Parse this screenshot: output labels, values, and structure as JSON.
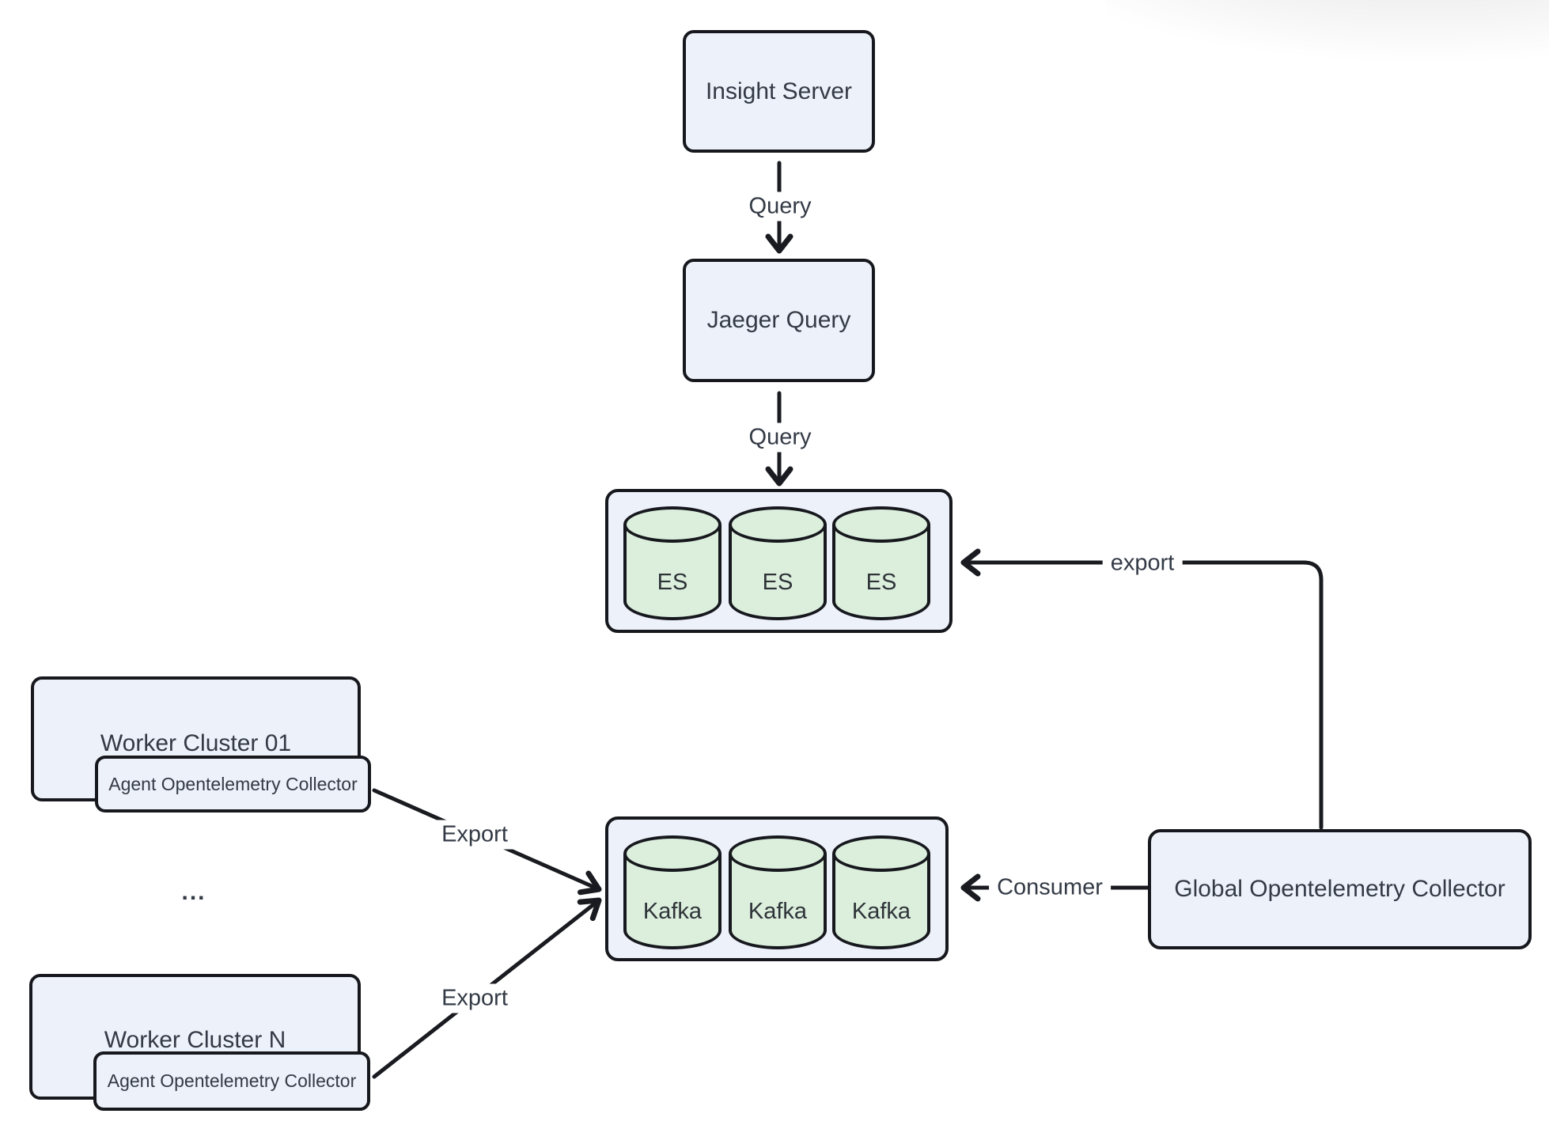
{
  "diagram": {
    "nodes": {
      "insight_server": {
        "label": "Insight Server"
      },
      "jaeger_query": {
        "label": "Jaeger Query"
      },
      "es_cluster": {
        "cylinders": [
          "ES",
          "ES",
          "ES"
        ]
      },
      "kafka_cluster": {
        "cylinders": [
          "Kafka",
          "Kafka",
          "Kafka"
        ]
      },
      "global_collector": {
        "label": "Global Opentelemetry Collector"
      },
      "worker_cluster_01": {
        "label": "Worker Cluster 01",
        "agent": "Agent Opentelemetry Collector"
      },
      "worker_cluster_n": {
        "label": "Worker Cluster N",
        "agent": "Agent Opentelemetry Collector"
      },
      "ellipsis": "..."
    },
    "edge_labels": {
      "query_insight_jaeger": "Query",
      "query_jaeger_es": "Query",
      "export_global_es": "export",
      "consumer_global_kafka": "Consumer",
      "export_wc01_kafka": "Export",
      "export_wcn_kafka": "Export"
    },
    "colors": {
      "node_fill": "#edf1fa",
      "node_stroke": "#16181d",
      "cylinder_fill": "#dcefdd",
      "edge": "#191b20",
      "text": "#333a45"
    }
  }
}
